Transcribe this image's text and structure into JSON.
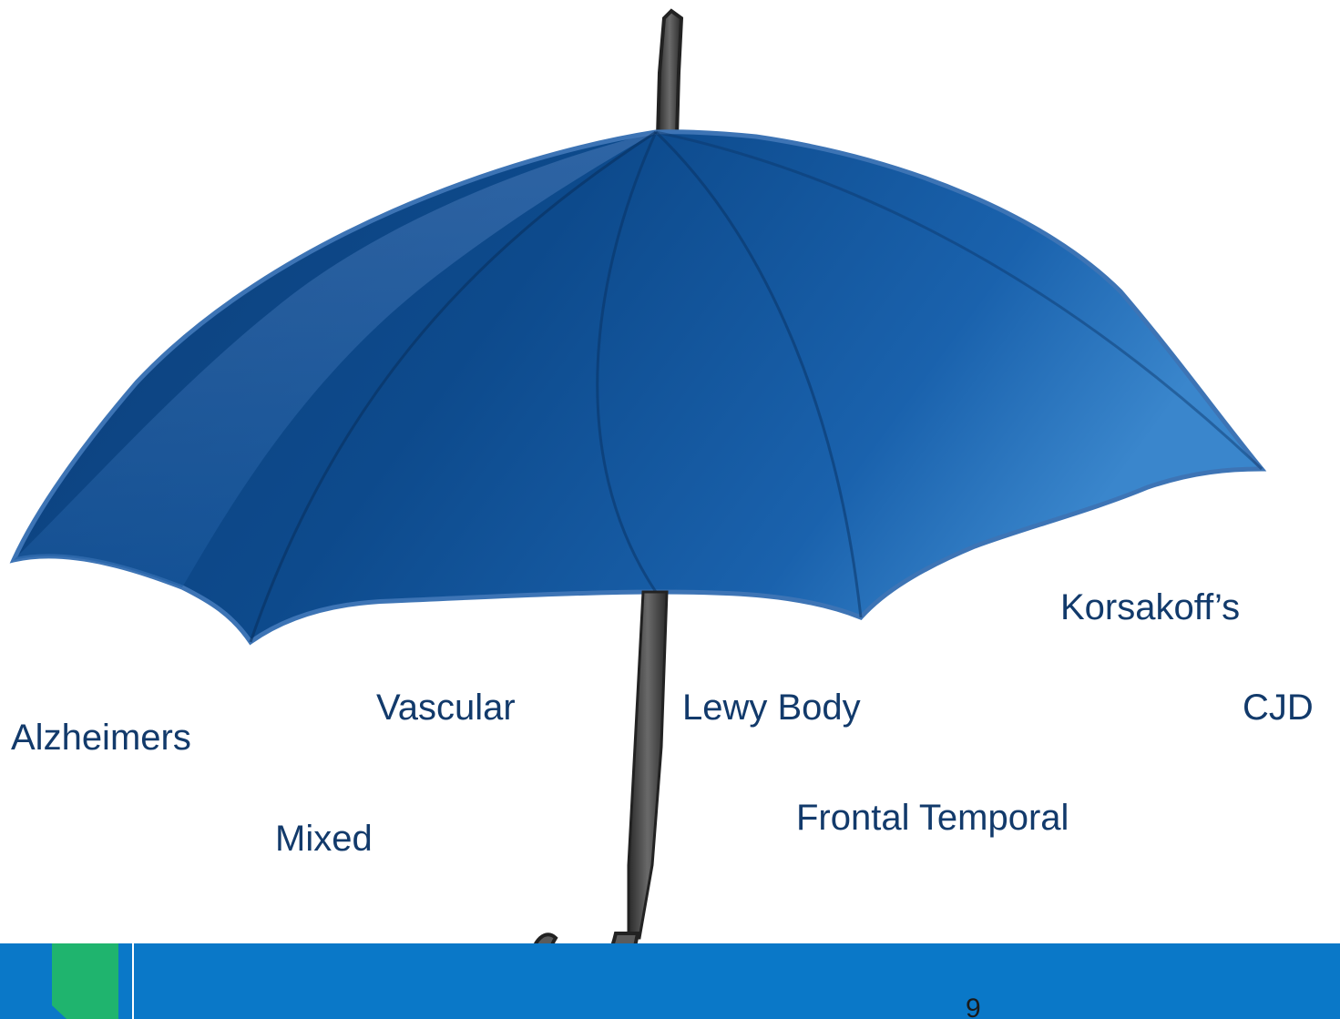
{
  "slide": {
    "labels": {
      "alzheimers": "Alzheimers",
      "vascular": "Vascular",
      "lewy_body": "Lewy Body",
      "korsakoffs": "Korsakoff’s",
      "cjd": "CJD",
      "mixed": "Mixed",
      "frontal_temporal": "Frontal Temporal"
    },
    "page_number": "9"
  },
  "colors": {
    "umbrella_canopy": "#0f4f94",
    "umbrella_highlight": "#3a86cc",
    "handle": "#3a3a3a",
    "label_text": "#123a6b",
    "footer_blue": "#0a78c8",
    "footer_green": "#1fb46e"
  },
  "icons": {
    "main_graphic": "umbrella-icon",
    "logo": "logo-mark-icon"
  }
}
